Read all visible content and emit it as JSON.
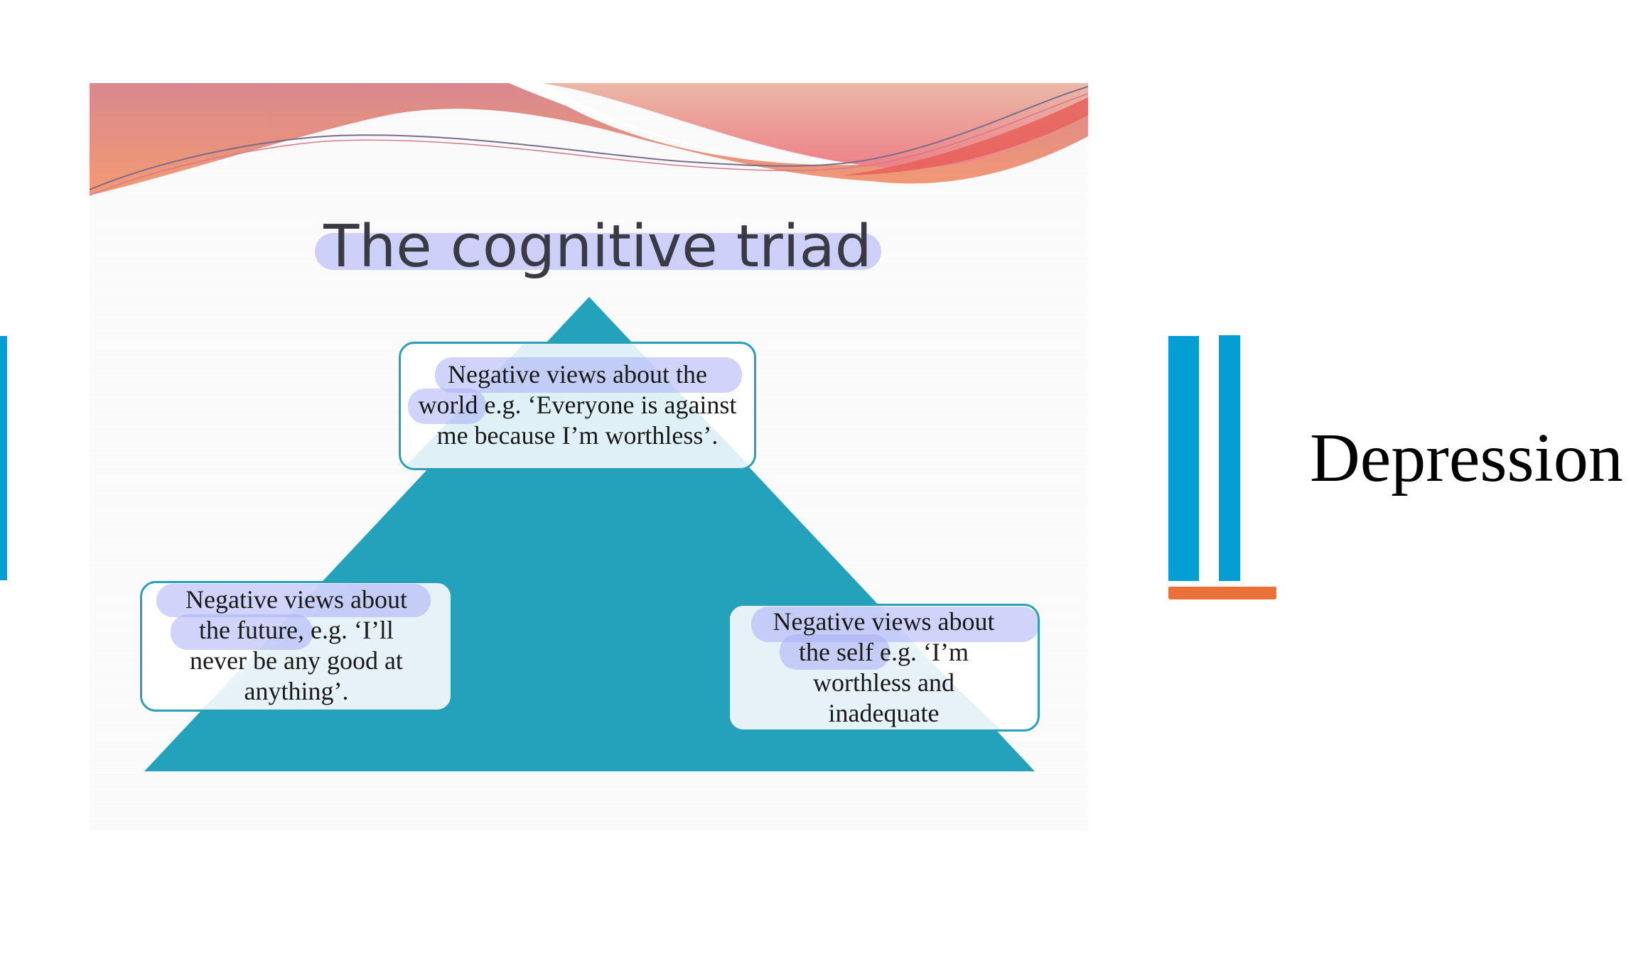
{
  "slide": {
    "title": "The cognitive triad",
    "triad": [
      {
        "id": "world",
        "lines": [
          "Negative views about the",
          "world e.g. ‘Everyone is against",
          "me because I’m worthless’."
        ]
      },
      {
        "id": "future",
        "lines": [
          "Negative views about",
          "the future, e.g. ‘I’ll",
          "never be any good at",
          "anything’."
        ]
      },
      {
        "id": "self",
        "lines": [
          "Negative views about",
          "the self e.g. ‘I’m",
          "worthless and",
          "inadequate"
        ]
      }
    ]
  },
  "side_panel": {
    "label": "Depression"
  },
  "colors": {
    "pyramid": "#24a1bb",
    "box_border": "#2a9fb8",
    "accent_blue": "#039fd4",
    "accent_orange": "#ea723a",
    "highlight": "#bec3f8"
  }
}
